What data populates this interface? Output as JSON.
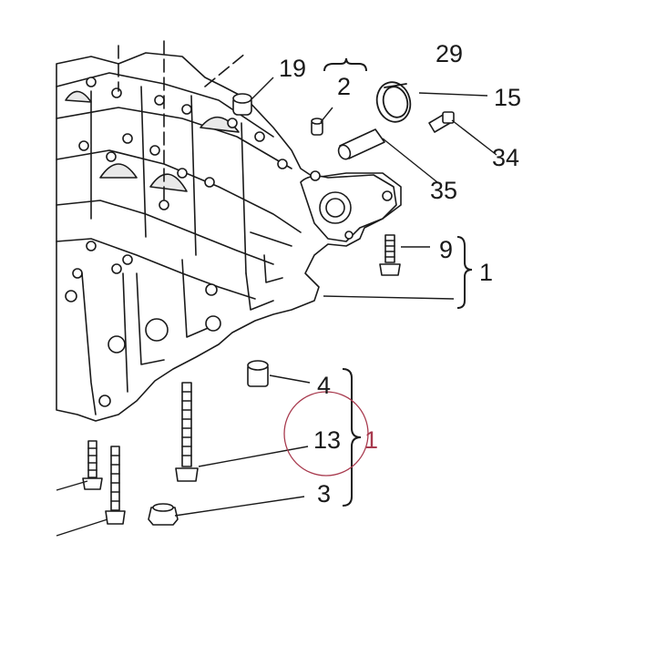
{
  "diagram": {
    "labels": {
      "n29": "29",
      "n19": "19",
      "n2": "2",
      "n15": "15",
      "n34": "34",
      "n35": "35",
      "n9": "9",
      "n1_upper": "1",
      "n4": "4",
      "n13": "13",
      "n1_lower": "1",
      "n3": "3"
    },
    "colors": {
      "ink": "#1a1a1a",
      "highlight_circle": "#a83a4e",
      "background": "#ffffff"
    }
  }
}
